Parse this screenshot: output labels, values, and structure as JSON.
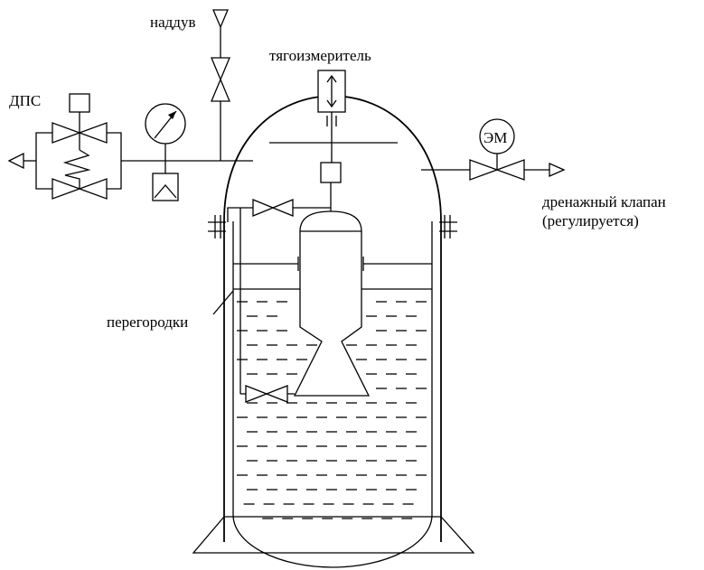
{
  "labels": {
    "pressurization": "наддув",
    "thrust_meter": "тягоизмеритель",
    "safety_valve": "ДПС",
    "electric_motor": "ЭМ",
    "drain_valve_line1": "дренажный клапан",
    "drain_valve_line2": "(регулируется)",
    "baffles": "перегородки"
  }
}
